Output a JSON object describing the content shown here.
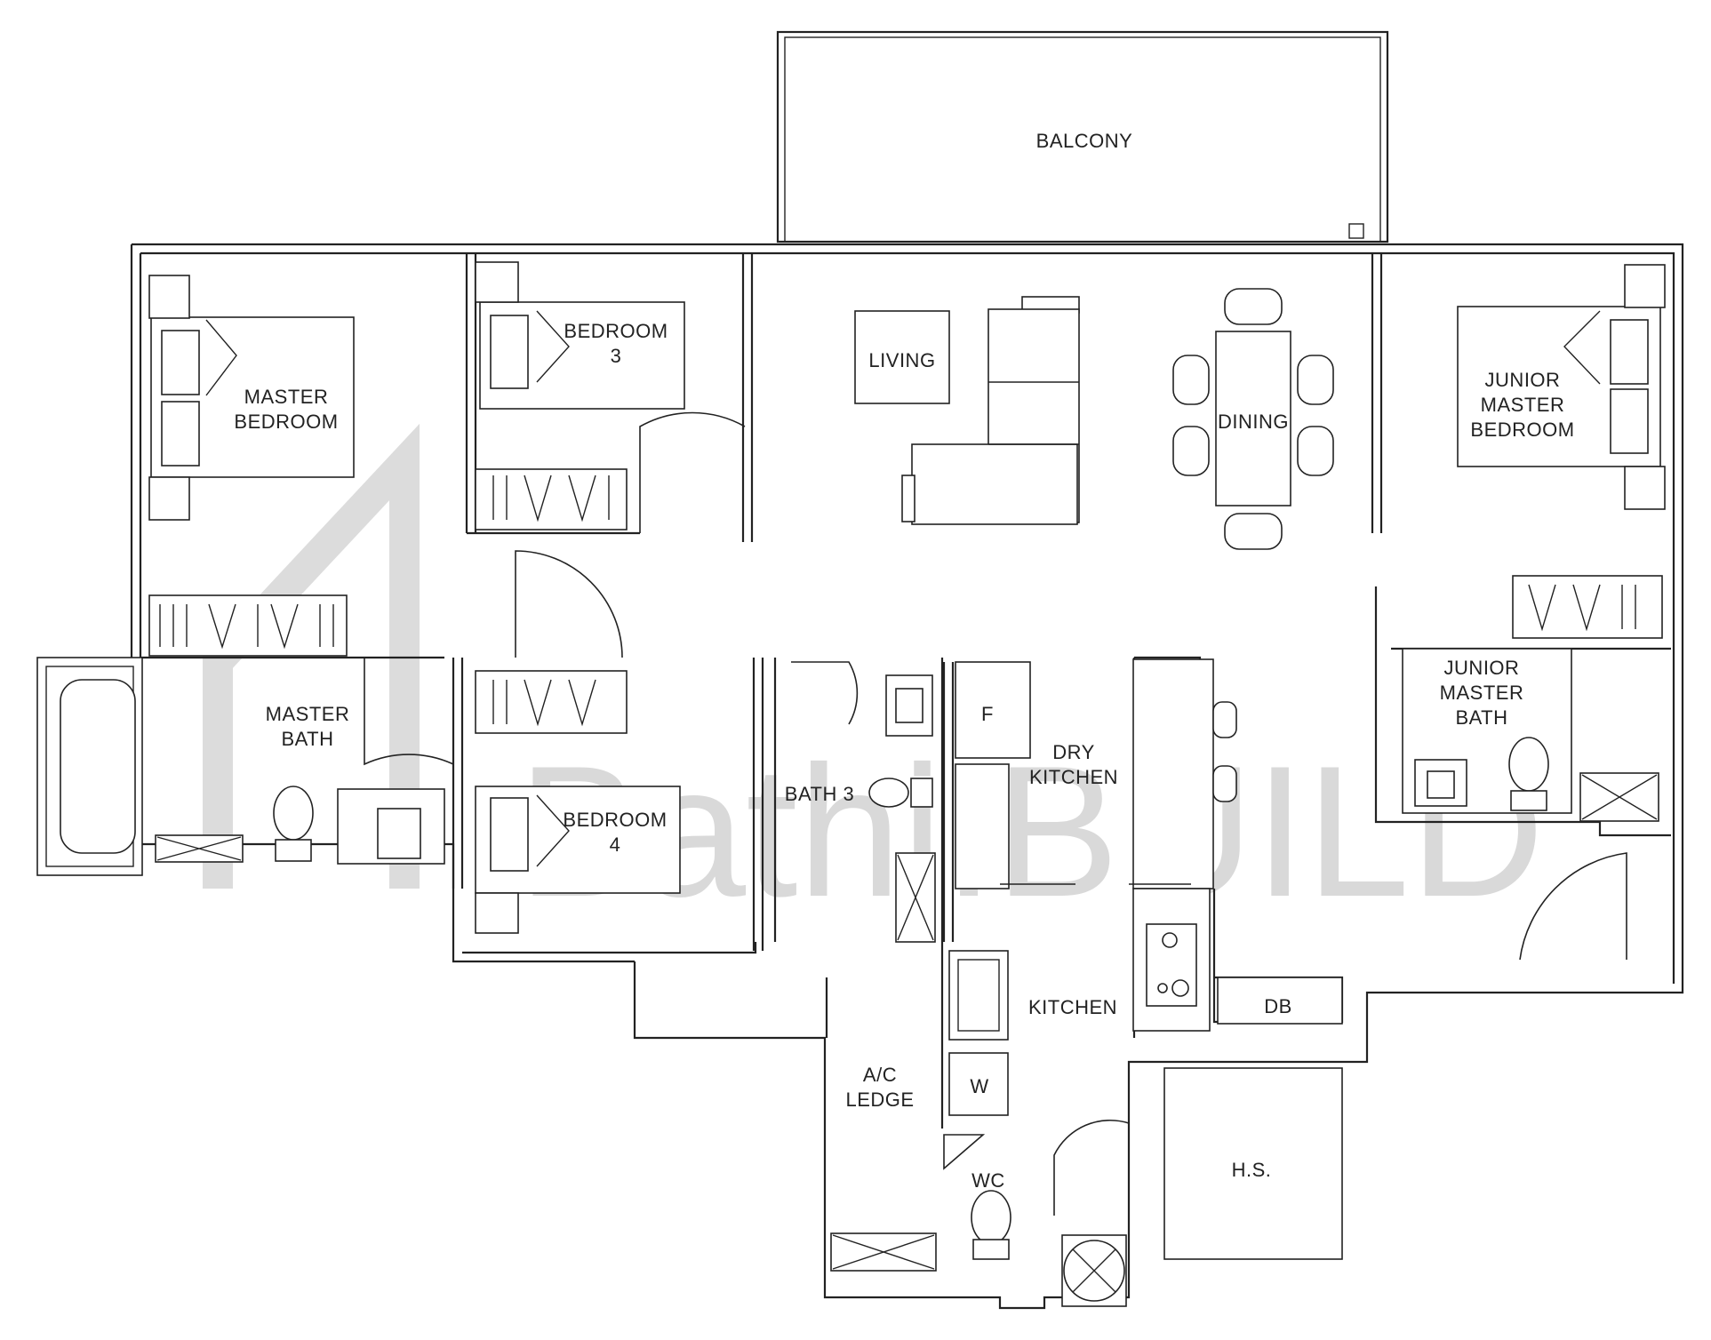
{
  "plan": {
    "rooms": {
      "balcony": "BALCONY",
      "master_bedroom": "MASTER BEDROOM",
      "bedroom_3": "BEDROOM 3",
      "living": "LIVING",
      "dining": "DINING",
      "junior_master_bedroom": "JUNIOR MASTER BEDROOM",
      "master_bath": "MASTER BATH",
      "bedroom_4": "BEDROOM 4",
      "bath_3": "BATH 3",
      "fridge": "F",
      "dry_kitchen": "DRY KITCHEN",
      "junior_master_bath": "JUNIOR MASTER BATH",
      "kitchen": "KITCHEN",
      "db": "DB",
      "ac_ledge": "A/C LEDGE",
      "washer": "W",
      "wc": "WC",
      "household_shelter": "H.S."
    },
    "watermark": "Bathi.BUILD"
  }
}
